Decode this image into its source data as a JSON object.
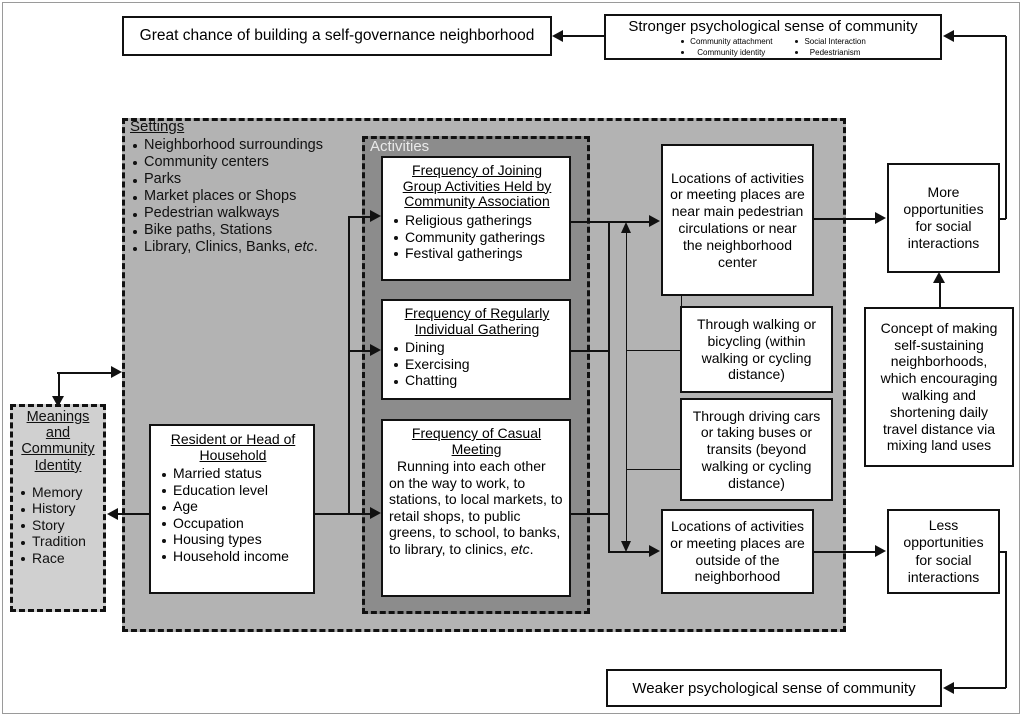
{
  "diagram": {
    "top_left_box": {
      "text": "Great chance of building a self-governance neighborhood"
    },
    "top_right_box": {
      "title": "Stronger psychological sense of community",
      "bullets_left": [
        "Community attachment",
        "Community identity"
      ],
      "bullets_right": [
        "Social Interaction",
        "Pedestrianism"
      ]
    },
    "bottom_box": {
      "text": "Weaker psychological sense of community"
    },
    "settings": {
      "title": "Settings",
      "items": [
        "Neighborhood surroundings",
        "Community centers",
        "Parks",
        "Market places or Shops",
        "Pedestrian walkways",
        "Bike paths, Stations",
        "Library, Clinics, Banks, etc."
      ]
    },
    "activities_label": "Activities",
    "meanings": {
      "title_lines": [
        "Meanings",
        "and",
        "Community",
        "Identity"
      ],
      "items": [
        "Memory",
        "History",
        "Story",
        "Tradition",
        "Race"
      ]
    },
    "resident": {
      "title": "Resident or Head of Household",
      "items": [
        "Married status",
        "Education level",
        "Age",
        "Occupation",
        "Housing types",
        "Household income"
      ]
    },
    "group_activities": {
      "title": "Frequency of Joining Group Activities Held by Community Association",
      "items": [
        "Religious gatherings",
        "Community gatherings",
        "Festival gatherings"
      ]
    },
    "individual_gathering": {
      "title": "Frequency of Regularly Individual Gathering",
      "items": [
        "Dining",
        "Exercising",
        "Chatting"
      ]
    },
    "casual_meeting": {
      "title": "Frequency of Casual Meeting",
      "body": "Running into each other on the way to work, to stations, to local markets, to retail shops, to public greens, to school, to banks, to library, to clinics, etc."
    },
    "locations_near": {
      "text": "Locations of activities or meeting places are near main pedestrian circulations or near the neighborhood center"
    },
    "walking": {
      "text": "Through walking or bicycling (within walking or cycling distance)"
    },
    "driving": {
      "text": "Through driving cars or taking buses or transits (beyond walking or cycling distance)"
    },
    "locations_outside": {
      "text": "Locations of activities or meeting places are outside of the neighborhood"
    },
    "more_opportunities": {
      "text": "More opportunities for social interactions"
    },
    "less_opportunities": {
      "text": "Less opportunities for social interactions"
    },
    "concept": {
      "text": "Concept of making self-sustaining neighborhoods, which encouraging walking and shortening daily travel distance via mixing land uses"
    }
  },
  "colors": {
    "outer_container": "#b3b3b3",
    "activities_container": "#8c8c8c",
    "meanings_container": "#d0d0d0",
    "box_fill": "#ffffff",
    "stroke": "#111111"
  }
}
